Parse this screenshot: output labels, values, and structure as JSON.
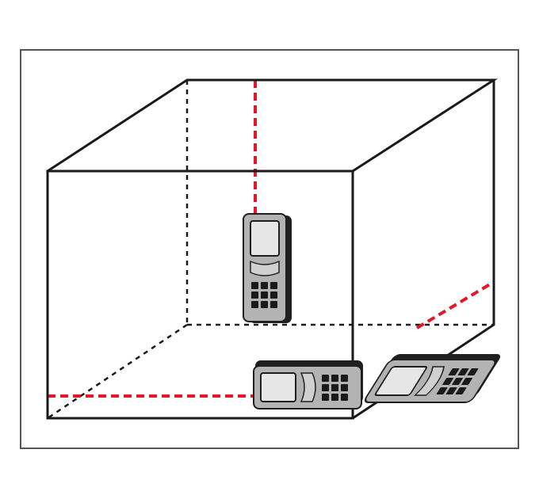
{
  "diagram": {
    "colors": {
      "background": "#ffffff",
      "frame": "#555555",
      "edge": "#1a1a1a",
      "hidden_edge": "#1a1a1a",
      "laser": "#e0182a",
      "device_body": "#b3b3b3",
      "device_shadow": "#1f1f1f",
      "device_screen": "#e6e6e6",
      "device_keys": "#1a1a1a"
    },
    "lasers": [
      "vertical-laser-to-ceiling",
      "horizontal-laser-to-left-wall",
      "horizontal-laser-to-right-wall"
    ],
    "devices": [
      "laser-meter-wall",
      "laser-meter-floor",
      "laser-meter-side-wall"
    ]
  }
}
